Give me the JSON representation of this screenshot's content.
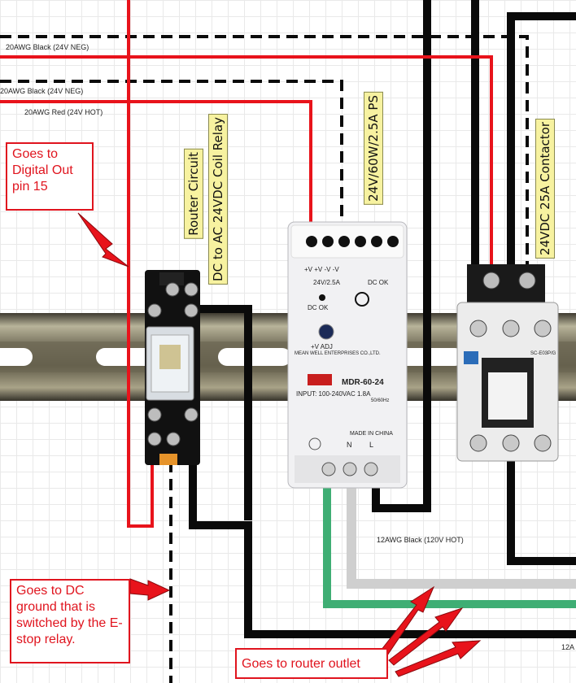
{
  "wire_labels": {
    "neg_top": "20AWG Black (24V NEG)",
    "neg_mid": "20AWG Black (24V NEG)",
    "hot_red": "20AWG Red (24V HOT)",
    "hot_120": "12AWG Black (120V HOT)",
    "right_cut": "12A"
  },
  "device_labels": {
    "router_circuit": "Router Circuit",
    "relay": "DC to AC 24VDC Coil Relay",
    "power_supply": "24V/60W/2.5A PS",
    "contactor": "24VDC 25A Contactor"
  },
  "callouts": {
    "digital_out": "Goes to Digital Out pin 15",
    "dc_ground": "Goes to DC ground that is switched by the E-stop relay.",
    "router_outlet": "Goes to router outlet"
  },
  "psu": {
    "terminals_top": "+V +V -V -V",
    "rating": "24V/2.5A",
    "dc_ok": "DC OK",
    "adj": "+V ADJ",
    "maker": "MEAN WELL ENTERPRISES CO.,LTD.",
    "model": "MDR-60-24",
    "input": "INPUT: 100-240VAC 1.8A",
    "freq": "50/60Hz",
    "origin": "MADE IN CHINA",
    "n": "N",
    "l": "L"
  },
  "contactor_text": {
    "brand": "SC-E03P/G"
  },
  "colors": {
    "red_wire": "#e8131b",
    "black_wire": "#0a0a0a",
    "green_wire": "#3fae74",
    "grey_wire": "#cfcfcf",
    "callout_red": "#e0141e",
    "label_yellow": "#f7f2a0"
  }
}
